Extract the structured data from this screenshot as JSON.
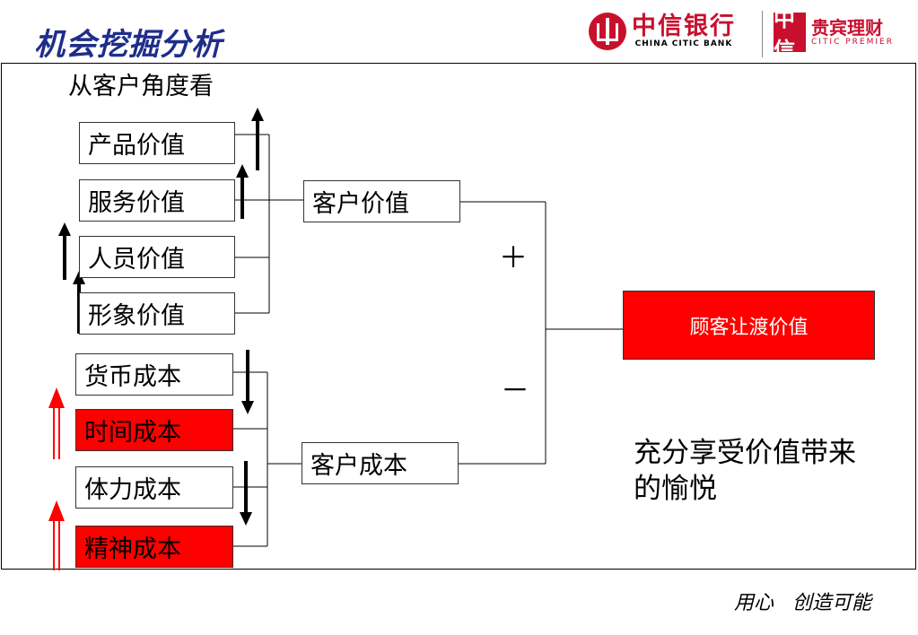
{
  "title": "机会挖掘分析",
  "subtitle": "从客户角度看",
  "logos": {
    "bank_cn": "中信银行",
    "bank_en": "CHINA CITIC BANK",
    "premier_mark": "中信",
    "premier_cn": "贵宾理财",
    "premier_en": "CITIC PREMIER"
  },
  "value_factors": [
    "产品价值",
    "服务价值",
    "人员价值",
    "形象价值"
  ],
  "cost_factors": [
    "货币成本",
    "时间成本",
    "体力成本",
    "精神成本"
  ],
  "highlighted_costs": [
    "时间成本",
    "精神成本"
  ],
  "customer_value": "客户价值",
  "customer_cost": "客户成本",
  "plus_sign": "＋",
  "minus_sign": "－",
  "result": "顾客让渡价值",
  "quote": "充分享受价值带来的愉悦",
  "slogan": "用心 创造可能",
  "colors": {
    "title": "#1f2d8a",
    "highlight": "#ff0000",
    "arrow_up_red": "#ff0000",
    "arrow_dark": "#000000"
  }
}
